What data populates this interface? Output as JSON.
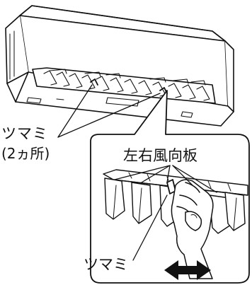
{
  "labels": {
    "knob_top": "ツマミ",
    "knob_count": "(2ヵ所)",
    "louver": "左右風向板",
    "knob_bottom": "ツマミ"
  },
  "icons": [
    "air-conditioner-unit",
    "louver-closeup-callout",
    "hand-icon",
    "double-arrow-icon"
  ],
  "colors": {
    "line": "#111111",
    "background": "#ffffff"
  }
}
